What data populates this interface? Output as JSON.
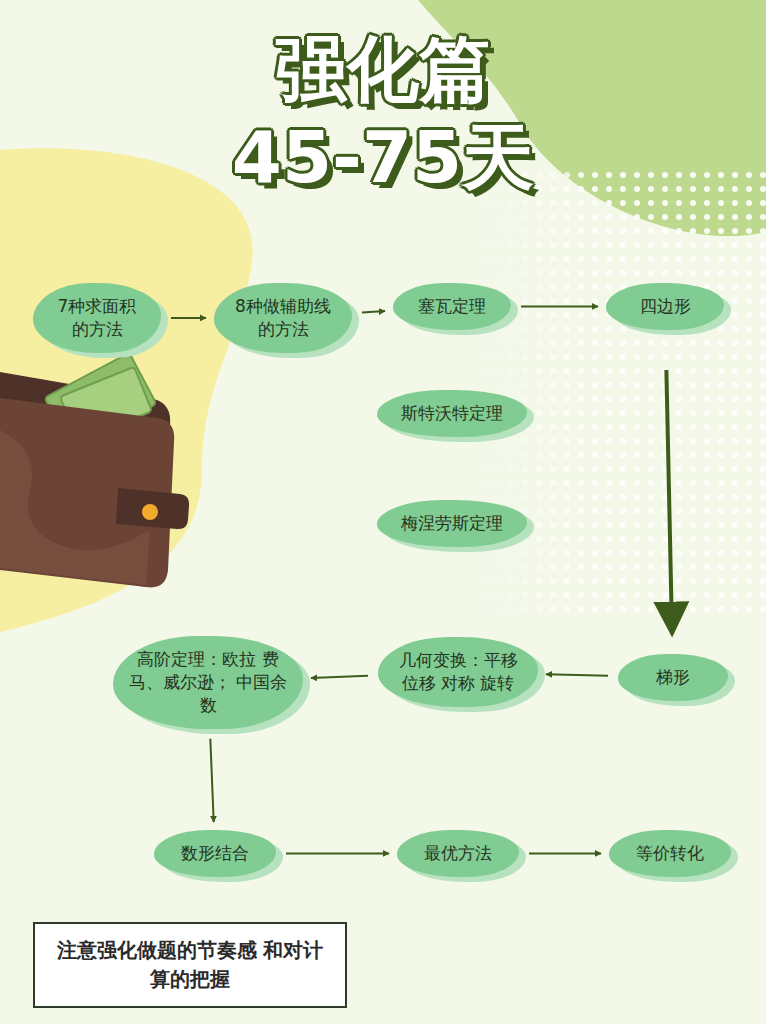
{
  "diagram": {
    "title": "强化篇 45-75天",
    "nodes": [
      {
        "text": [
          "7种求面积 的方法"
        ]
      },
      {
        "text": [
          "8种做辅助线 的方法"
        ]
      },
      {
        "text": [
          "塞瓦定理"
        ]
      },
      {
        "text": [
          "四边形"
        ]
      },
      {
        "text": [
          "斯特沃特定理"
        ]
      },
      {
        "text": [
          "梅涅劳斯定理"
        ]
      },
      {
        "text": [
          "高阶定理：欧拉 费马、威尔逊； 中国余数"
        ]
      },
      {
        "text": [
          "几何变换：平移 位移 对称 旋转"
        ]
      },
      {
        "text": [
          "梯形"
        ]
      },
      {
        "text": [
          "数形结合"
        ]
      },
      {
        "text": [
          "最优方法"
        ]
      },
      {
        "text": [
          "等价转化"
        ]
      },
      {
        "text": [
          "注意强化做题的节奏感 和对计算的把握"
        ]
      }
    ],
    "edges": [
      {
        "from": 0,
        "to": 1,
        "arrow": "to"
      },
      {
        "from": 1,
        "to": 2,
        "arrow": "to"
      },
      {
        "from": 2,
        "to": 3,
        "arrow": "to"
      },
      {
        "from": 3,
        "to": 8,
        "arrow": "to"
      },
      {
        "from": 8,
        "to": 7,
        "arrow": "to"
      },
      {
        "from": 7,
        "to": 6,
        "arrow": "to"
      },
      {
        "from": 6,
        "to": 9,
        "arrow": "to"
      },
      {
        "from": 9,
        "to": 10,
        "arrow": "to"
      },
      {
        "from": 10,
        "to": 11,
        "arrow": "to"
      }
    ]
  }
}
